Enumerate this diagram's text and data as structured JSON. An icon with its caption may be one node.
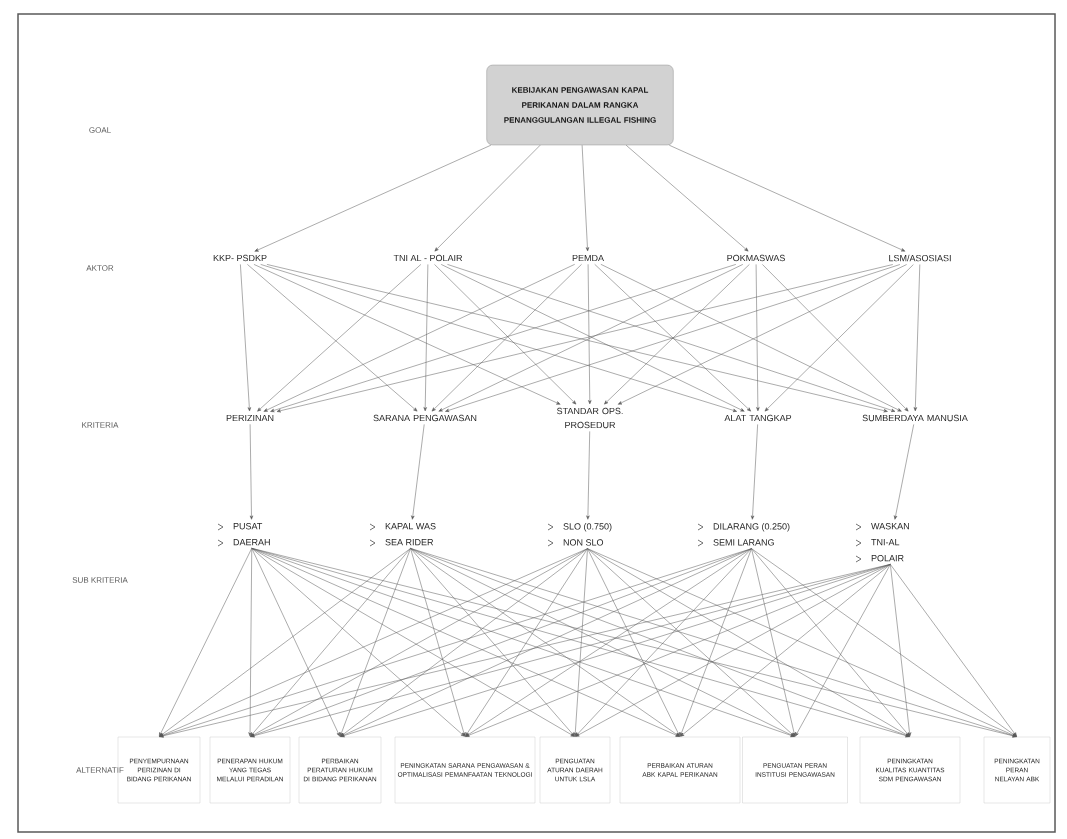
{
  "diagram": {
    "nodes": [
      {
        "text": [
          "KEBIJAKAN PENGAWASAN KAPAL PERIKANAN DALAM RANGKA PENANGGULANGAN ILLEGAL FISHING"
        ]
      },
      {
        "text": [
          "KKP- PSDKP"
        ]
      },
      {
        "text": [
          "TNI AL - POLAIR"
        ]
      },
      {
        "text": [
          "PEMDA"
        ]
      },
      {
        "text": [
          "POKMASWAS"
        ]
      },
      {
        "text": [
          "LSM/ASOSIASI"
        ]
      },
      {
        "text": [
          "PERIZINAN"
        ]
      },
      {
        "text": [
          "SARANA PENGAWASAN"
        ]
      },
      {
        "text": [
          "STANDAR OPS. PROSEDUR"
        ]
      },
      {
        "text": [
          "ALAT TANGKAP"
        ]
      },
      {
        "text": [
          "SUMBERDAYA MANUSIA"
        ]
      },
      {
        "text": [
          "PUSAT",
          "DAERAH"
        ]
      },
      {
        "text": [
          "KAPAL WAS",
          "SEA RIDER"
        ]
      },
      {
        "text": [
          "SLO (0.750)",
          "NON SLO"
        ]
      },
      {
        "text": [
          "DILARANG (0.250)",
          "SEMI LARANG"
        ]
      },
      {
        "text": [
          "WASKAN",
          "TNI-AL",
          "POLAIR"
        ]
      },
      {
        "text": [
          "PENYEMPURNAAN PERIZINAN DI BIDANG PERIKANAN"
        ]
      },
      {
        "text": [
          "PENERAPAN HUKUM YANG TEGAS MELALUI PERADILAN"
        ]
      },
      {
        "text": [
          "PERBAIKAN PERATURAN HUKUM DI BIDANG PERIKANAN"
        ]
      },
      {
        "text": [
          "PENINGKATAN SARANA PENGAWASAN & OPTIMALISASI PEMANFAATAN TEKNOLOGI"
        ]
      },
      {
        "text": [
          "PENGUATAN ATURAN DAERAH UNTUK LSLA"
        ]
      },
      {
        "text": [
          "PERBAIKAN ATURAN ABK KAPAL PERIKANAN"
        ]
      },
      {
        "text": [
          "PENGUATAN PERAN INSTITUSI PENGAWASAN"
        ]
      },
      {
        "text": [
          "PENINGKATAN KUALITAS KUANTITAS SDM PENGAWASAN"
        ]
      },
      {
        "text": [
          "PENINGKATAN PERAN NELAYAN ABK"
        ]
      }
    ],
    "edges": [
      {
        "from": 0,
        "to": 1,
        "arrow": "to"
      },
      {
        "from": 0,
        "to": 2,
        "arrow": "to"
      },
      {
        "from": 0,
        "to": 3,
        "arrow": "to"
      },
      {
        "from": 0,
        "to": 4,
        "arrow": "to"
      },
      {
        "from": 0,
        "to": 5,
        "arrow": "to"
      },
      {
        "from": 1,
        "to": 6,
        "arrow": "to"
      },
      {
        "from": 1,
        "to": 7,
        "arrow": "to"
      },
      {
        "from": 1,
        "to": 8,
        "arrow": "to"
      },
      {
        "from": 1,
        "to": 9,
        "arrow": "to"
      },
      {
        "from": 1,
        "to": 10,
        "arrow": "to"
      },
      {
        "from": 2,
        "to": 6,
        "arrow": "to"
      },
      {
        "from": 2,
        "to": 7,
        "arrow": "to"
      },
      {
        "from": 2,
        "to": 8,
        "arrow": "to"
      },
      {
        "from": 2,
        "to": 9,
        "arrow": "to"
      },
      {
        "from": 2,
        "to": 10,
        "arrow": "to"
      },
      {
        "from": 3,
        "to": 6,
        "arrow": "to"
      },
      {
        "from": 3,
        "to": 7,
        "arrow": "to"
      },
      {
        "from": 3,
        "to": 8,
        "arrow": "to"
      },
      {
        "from": 3,
        "to": 9,
        "arrow": "to"
      },
      {
        "from": 3,
        "to": 10,
        "arrow": "to"
      },
      {
        "from": 4,
        "to": 6,
        "arrow": "to"
      },
      {
        "from": 4,
        "to": 7,
        "arrow": "to"
      },
      {
        "from": 4,
        "to": 8,
        "arrow": "to"
      },
      {
        "from": 4,
        "to": 9,
        "arrow": "to"
      },
      {
        "from": 4,
        "to": 10,
        "arrow": "to"
      },
      {
        "from": 5,
        "to": 6,
        "arrow": "to"
      },
      {
        "from": 5,
        "to": 7,
        "arrow": "to"
      },
      {
        "from": 5,
        "to": 8,
        "arrow": "to"
      },
      {
        "from": 5,
        "to": 9,
        "arrow": "to"
      },
      {
        "from": 5,
        "to": 10,
        "arrow": "to"
      },
      {
        "from": 6,
        "to": 11,
        "arrow": "to"
      },
      {
        "from": 7,
        "to": 12,
        "arrow": "to"
      },
      {
        "from": 8,
        "to": 13,
        "arrow": "to"
      },
      {
        "from": 9,
        "to": 14,
        "arrow": "to"
      },
      {
        "from": 10,
        "to": 15,
        "arrow": "to"
      },
      {
        "from": 11,
        "to": 16,
        "arrow": "to"
      },
      {
        "from": 11,
        "to": 17,
        "arrow": "to"
      },
      {
        "from": 11,
        "to": 18,
        "arrow": "to"
      },
      {
        "from": 11,
        "to": 19,
        "arrow": "to"
      },
      {
        "from": 11,
        "to": 20,
        "arrow": "to"
      },
      {
        "from": 11,
        "to": 21,
        "arrow": "to"
      },
      {
        "from": 11,
        "to": 22,
        "arrow": "to"
      },
      {
        "from": 11,
        "to": 23,
        "arrow": "to"
      },
      {
        "from": 11,
        "to": 24,
        "arrow": "to"
      },
      {
        "from": 12,
        "to": 16,
        "arrow": "to"
      },
      {
        "from": 12,
        "to": 17,
        "arrow": "to"
      },
      {
        "from": 12,
        "to": 18,
        "arrow": "to"
      },
      {
        "from": 12,
        "to": 19,
        "arrow": "to"
      },
      {
        "from": 12,
        "to": 20,
        "arrow": "to"
      },
      {
        "from": 12,
        "to": 21,
        "arrow": "to"
      },
      {
        "from": 12,
        "to": 22,
        "arrow": "to"
      },
      {
        "from": 12,
        "to": 23,
        "arrow": "to"
      },
      {
        "from": 12,
        "to": 24,
        "arrow": "to"
      },
      {
        "from": 13,
        "to": 16,
        "arrow": "to"
      },
      {
        "from": 13,
        "to": 17,
        "arrow": "to"
      },
      {
        "from": 13,
        "to": 18,
        "arrow": "to"
      },
      {
        "from": 13,
        "to": 19,
        "arrow": "to"
      },
      {
        "from": 13,
        "to": 20,
        "arrow": "to"
      },
      {
        "from": 13,
        "to": 21,
        "arrow": "to"
      },
      {
        "from": 13,
        "to": 22,
        "arrow": "to"
      },
      {
        "from": 13,
        "to": 23,
        "arrow": "to"
      },
      {
        "from": 13,
        "to": 24,
        "arrow": "to"
      },
      {
        "from": 14,
        "to": 16,
        "arrow": "to"
      },
      {
        "from": 14,
        "to": 17,
        "arrow": "to"
      },
      {
        "from": 14,
        "to": 18,
        "arrow": "to"
      },
      {
        "from": 14,
        "to": 19,
        "arrow": "to"
      },
      {
        "from": 14,
        "to": 20,
        "arrow": "to"
      },
      {
        "from": 14,
        "to": 21,
        "arrow": "to"
      },
      {
        "from": 14,
        "to": 22,
        "arrow": "to"
      },
      {
        "from": 14,
        "to": 23,
        "arrow": "to"
      },
      {
        "from": 14,
        "to": 24,
        "arrow": "to"
      },
      {
        "from": 15,
        "to": 16,
        "arrow": "to"
      },
      {
        "from": 15,
        "to": 17,
        "arrow": "to"
      },
      {
        "from": 15,
        "to": 18,
        "arrow": "to"
      },
      {
        "from": 15,
        "to": 19,
        "arrow": "to"
      },
      {
        "from": 15,
        "to": 20,
        "arrow": "to"
      },
      {
        "from": 15,
        "to": 21,
        "arrow": "to"
      },
      {
        "from": 15,
        "to": 22,
        "arrow": "to"
      },
      {
        "from": 15,
        "to": 23,
        "arrow": "to"
      },
      {
        "from": 15,
        "to": 24,
        "arrow": "to"
      }
    ],
    "labels": [
      "GOAL",
      "AKTOR",
      "KRITERIA",
      "SUB KRITERIA",
      "ALTERNATIF"
    ]
  }
}
